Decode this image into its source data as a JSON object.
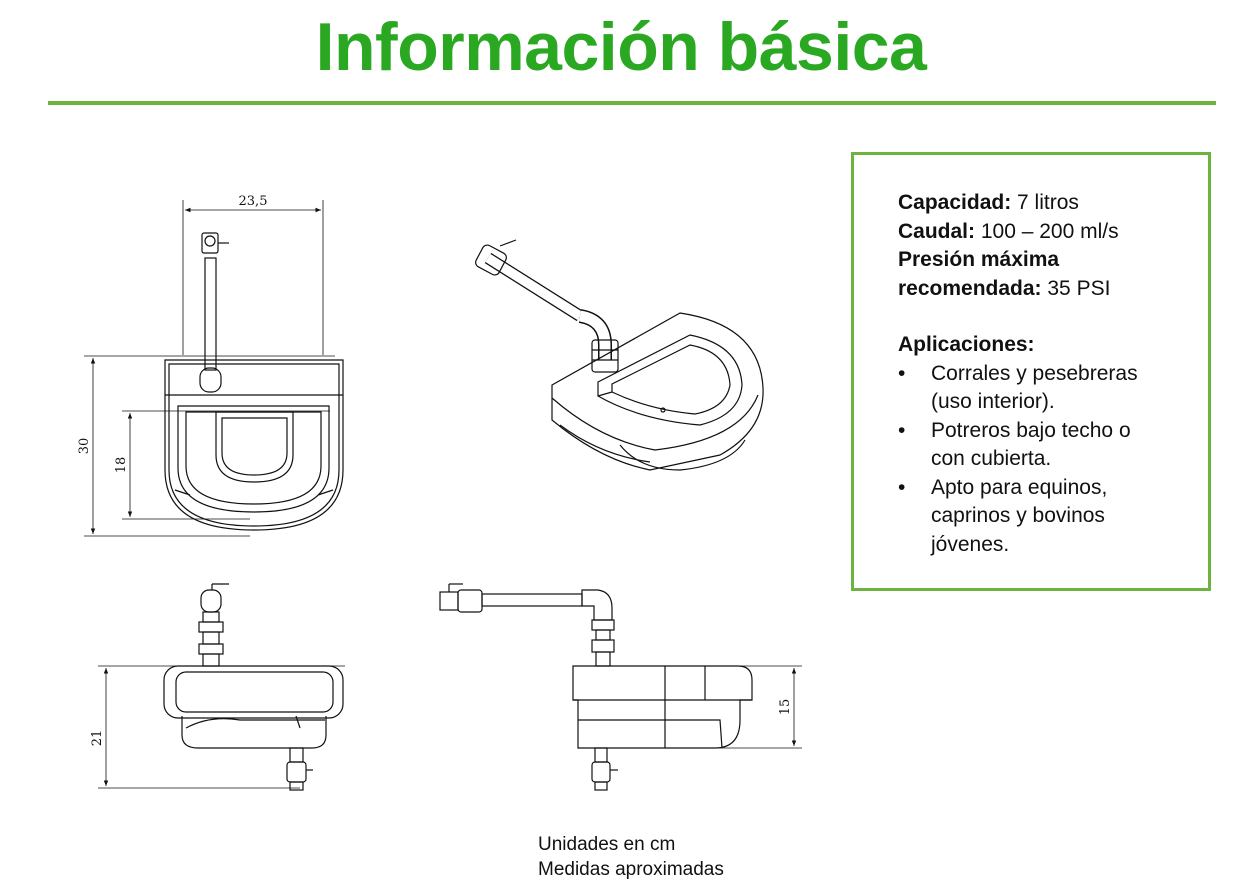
{
  "title": "Información básica",
  "colors": {
    "accent": "#2aa822",
    "rule": "#6cb33f",
    "border": "#6cb33f"
  },
  "dimensions": {
    "width_top": "23,5",
    "height_total": "30",
    "height_inner": "18",
    "height_front": "21",
    "height_side": "15"
  },
  "specs": {
    "capacity": {
      "label": "Capacidad:",
      "value": " 7 litros"
    },
    "flow": {
      "label": "Caudal:",
      "value": " 100 – 200 ml/s"
    },
    "pressure": {
      "label_line1": "Presión máxima",
      "label_line2": "recomendada:",
      "value": " 35 PSI"
    }
  },
  "applications": {
    "heading": "Aplicaciones:",
    "items": [
      {
        "bullet": "•",
        "line1": "Corrales y pesebreras",
        "line2": "(uso interior)."
      },
      {
        "bullet": "•",
        "line1": "Potreros bajo techo o",
        "line2": "con cubierta."
      },
      {
        "bullet": "•",
        "line1": "Apto para equinos,",
        "line2": "caprinos y bovinos",
        "line3": "jóvenes."
      }
    ]
  },
  "notes": {
    "line1": "Unidades en cm",
    "line2": "Medidas aproximadas"
  }
}
